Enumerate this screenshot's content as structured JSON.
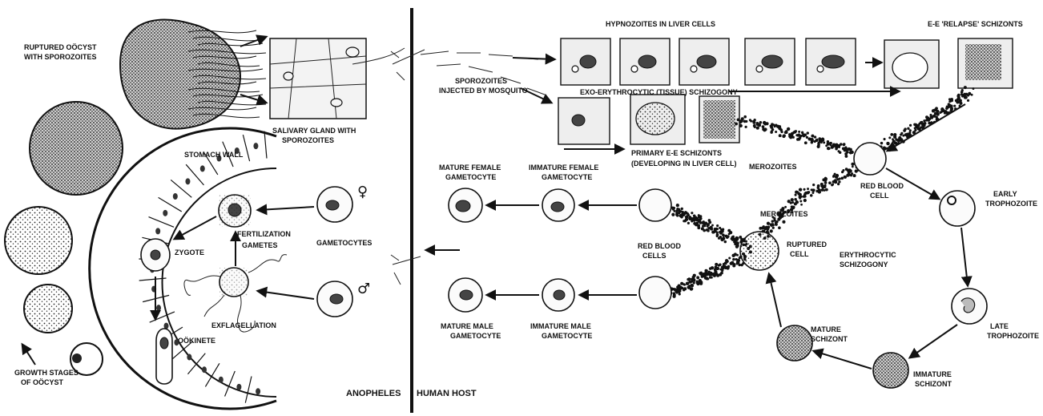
{
  "labels": {
    "ruptured_oocyst": [
      "RUPTURED OÖCYST",
      "WITH SPOROZOITES"
    ],
    "salivary_gland": [
      "SALIVARY GLAND WITH",
      "SPOROZOITES"
    ],
    "stomach_wall": "STOMACH WALL",
    "growth_stages": [
      "GROWTH STAGES",
      "OF OÖCYST"
    ],
    "ookinete": "OÖKINETE",
    "zygote": "ZYGOTE",
    "fertilization": "FERTILIZATION",
    "gametes": "GAMETES",
    "gametocytes": "GAMETOCYTES",
    "exflagellation": "EXFLAGELLATION",
    "female_symbol": "♀",
    "male_symbol": "♂",
    "anopheles": "ANOPHELES",
    "human_host": "HUMAN HOST",
    "sporozoites_injected": [
      "SPOROZOITES",
      "INJECTED BY MOSQUITO"
    ],
    "hypnozoites": "HYPNOZOITES IN LIVER CELLS",
    "ee_relapse": "E-E 'RELAPSE' SCHIZONTS",
    "exo_erythrocytic": "EXO-ERYTHROCYTIC (TISSUE) SCHIZOGONY",
    "primary_ee": [
      "PRIMARY E-E SCHIZONTS",
      "(DEVELOPING IN LIVER CELL)"
    ],
    "merozoites_top": "MEROZOITES",
    "merozoites_mid": "MEROZOITES",
    "red_blood_cell": [
      "RED BLOOD",
      "CELL"
    ],
    "red_blood_cells": [
      "RED BLOOD",
      "CELLS"
    ],
    "ruptured_cell": [
      "RUPTURED",
      "CELL"
    ],
    "erythrocytic_schizogony": [
      "ERYTHROCYTIC",
      "SCHIZOGONY"
    ],
    "early_trophozoite": [
      "EARLY",
      "TROPHOZOITE"
    ],
    "late_trophozoite": [
      "LATE",
      "TROPHOZOITE"
    ],
    "mature_schizont": [
      "MATURE",
      "SCHIZONT"
    ],
    "immature_schizont": [
      "IMMATURE",
      "SCHIZONT"
    ],
    "mature_female_gametocyte": [
      "MATURE FEMALE",
      "GAMETOCYTE"
    ],
    "immature_female_gametocyte": [
      "IMMATURE FEMALE",
      "GAMETOCYTE"
    ],
    "mature_male_gametocyte": [
      "MATURE MALE",
      "GAMETOCYTE"
    ],
    "immature_male_gametocyte": [
      "IMMATURE MALE",
      "GAMETOCYTE"
    ]
  },
  "colors": {
    "ink": "#111111",
    "paper": "#ffffff"
  }
}
